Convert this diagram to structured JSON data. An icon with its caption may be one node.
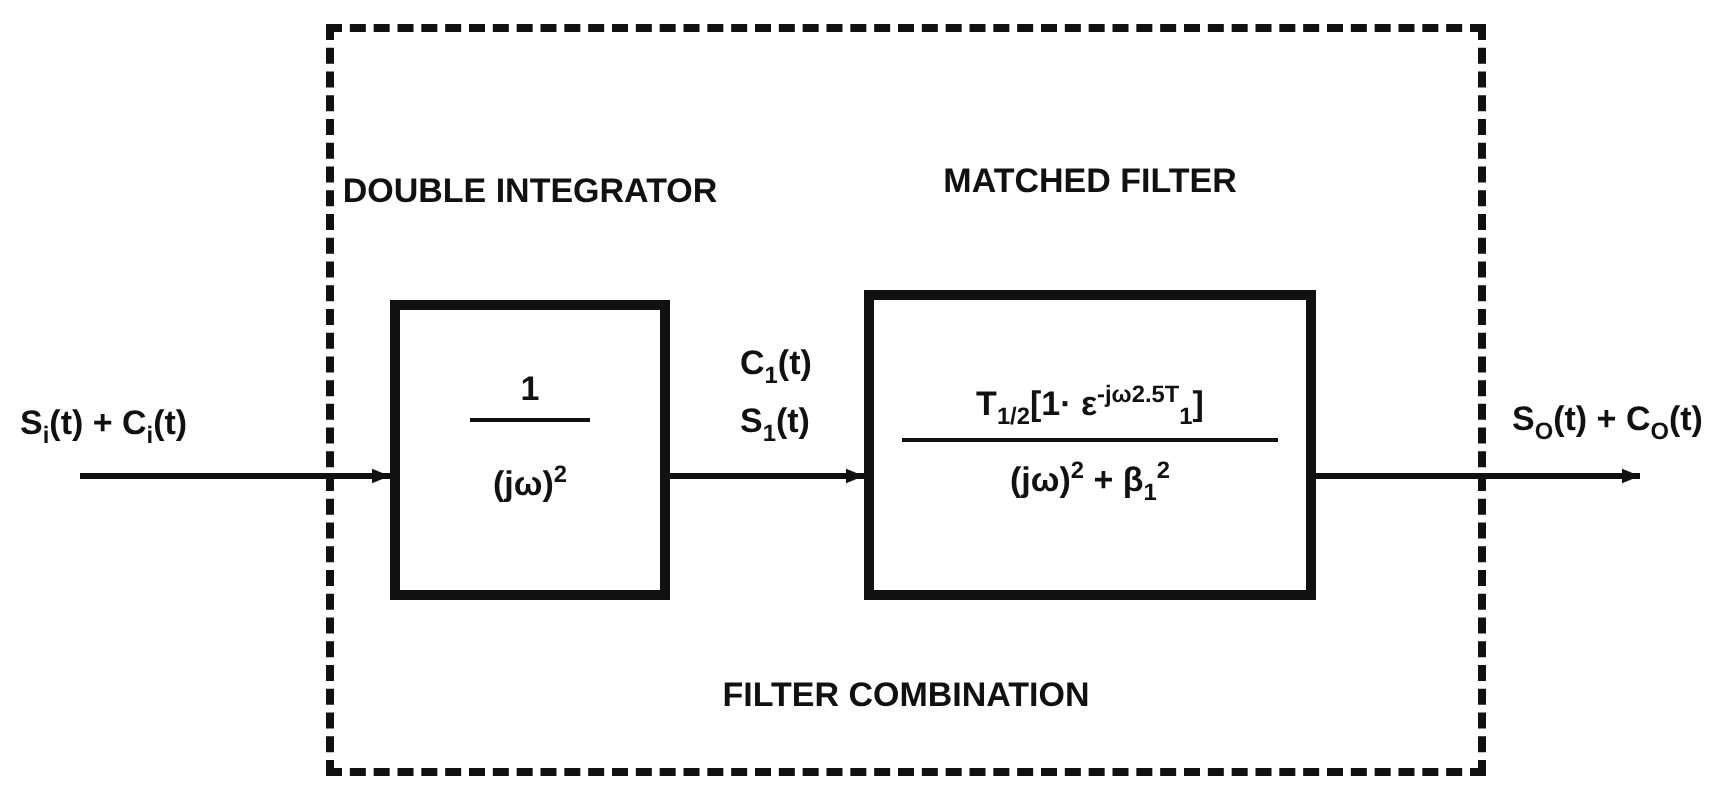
{
  "diagram": {
    "nodes": [
      {
        "text": [
          "FILTER COMBINATION"
        ]
      },
      {
        "text": [
          "DOUBLE INTEGRATOR",
          "1",
          "(jω)$^{2}$"
        ],
        "in": 0
      },
      {
        "text": [
          "MATCHED FILTER",
          "T$_{1/2}$[1· ε$^{-jω2.5T}$$_{1}$]",
          "(jω)$^{2}$ + β$_{1}$$^{2}$"
        ],
        "in": 0
      }
    ],
    "edges": [
      {
        "from": null,
        "to": 1,
        "arrow": "to",
        "label": "S$_{i}$(t) + C$_{i}$(t)"
      },
      {
        "from": 1,
        "to": 2,
        "arrow": "to",
        "label": "C$_{1}$(t) S$_{1}$(t)"
      },
      {
        "from": 2,
        "to": null,
        "arrow": "to",
        "label": "S$_{O}$(t) + C$_{O}$(t)"
      }
    ]
  }
}
